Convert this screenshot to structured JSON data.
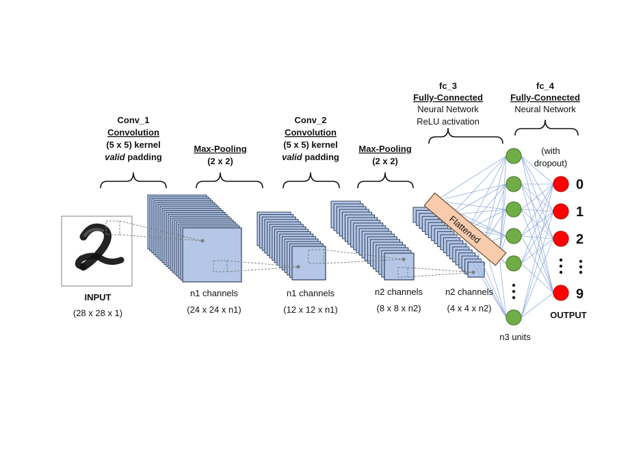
{
  "layers": {
    "conv1": {
      "name": "Conv_1",
      "type": "Convolution",
      "kernel": "(5 x 5) kernel",
      "padding_word": "valid",
      "padding_rest": " padding"
    },
    "pool1": {
      "type": "Max-Pooling",
      "size": "(2 x 2)"
    },
    "conv2": {
      "name": "Conv_2",
      "type": "Convolution",
      "kernel": "(5 x 5) kernel",
      "padding_word": "valid",
      "padding_rest": " padding"
    },
    "pool2": {
      "type": "Max-Pooling",
      "size": "(2 x 2)"
    },
    "fc3": {
      "name": "fc_3",
      "type": "Fully-Connected",
      "line1": "Neural Network",
      "line2": "ReLU activation"
    },
    "fc4": {
      "name": "fc_4",
      "type": "Fully-Connected",
      "line1": "Neural Network"
    }
  },
  "flatten_label": "Flattened",
  "dropout_label": [
    "(with",
    "dropout)"
  ],
  "input": {
    "label": "INPUT",
    "dims": "(28 x 28 x 1)"
  },
  "captions": [
    {
      "channels": "n1 channels",
      "dims": "(24 x 24 x n1)"
    },
    {
      "channels": "n1 channels",
      "dims": "(12 x 12 x n1)"
    },
    {
      "channels": "n2 channels",
      "dims": "(8 x 8 x n2)"
    },
    {
      "channels": "n2 channels",
      "dims": "(4 x 4 x n2)"
    }
  ],
  "hidden_units_label": "n3 units",
  "output": {
    "label": "OUTPUT",
    "digits": [
      "0",
      "1",
      "2",
      "9"
    ]
  },
  "colors": {
    "feature_map": "#b4c7e7",
    "hidden_node": "#70ad47",
    "output_node": "#ff0000",
    "connection": "#8faadc"
  },
  "icons": {
    "input_image": "handwritten-digit-2-image"
  }
}
